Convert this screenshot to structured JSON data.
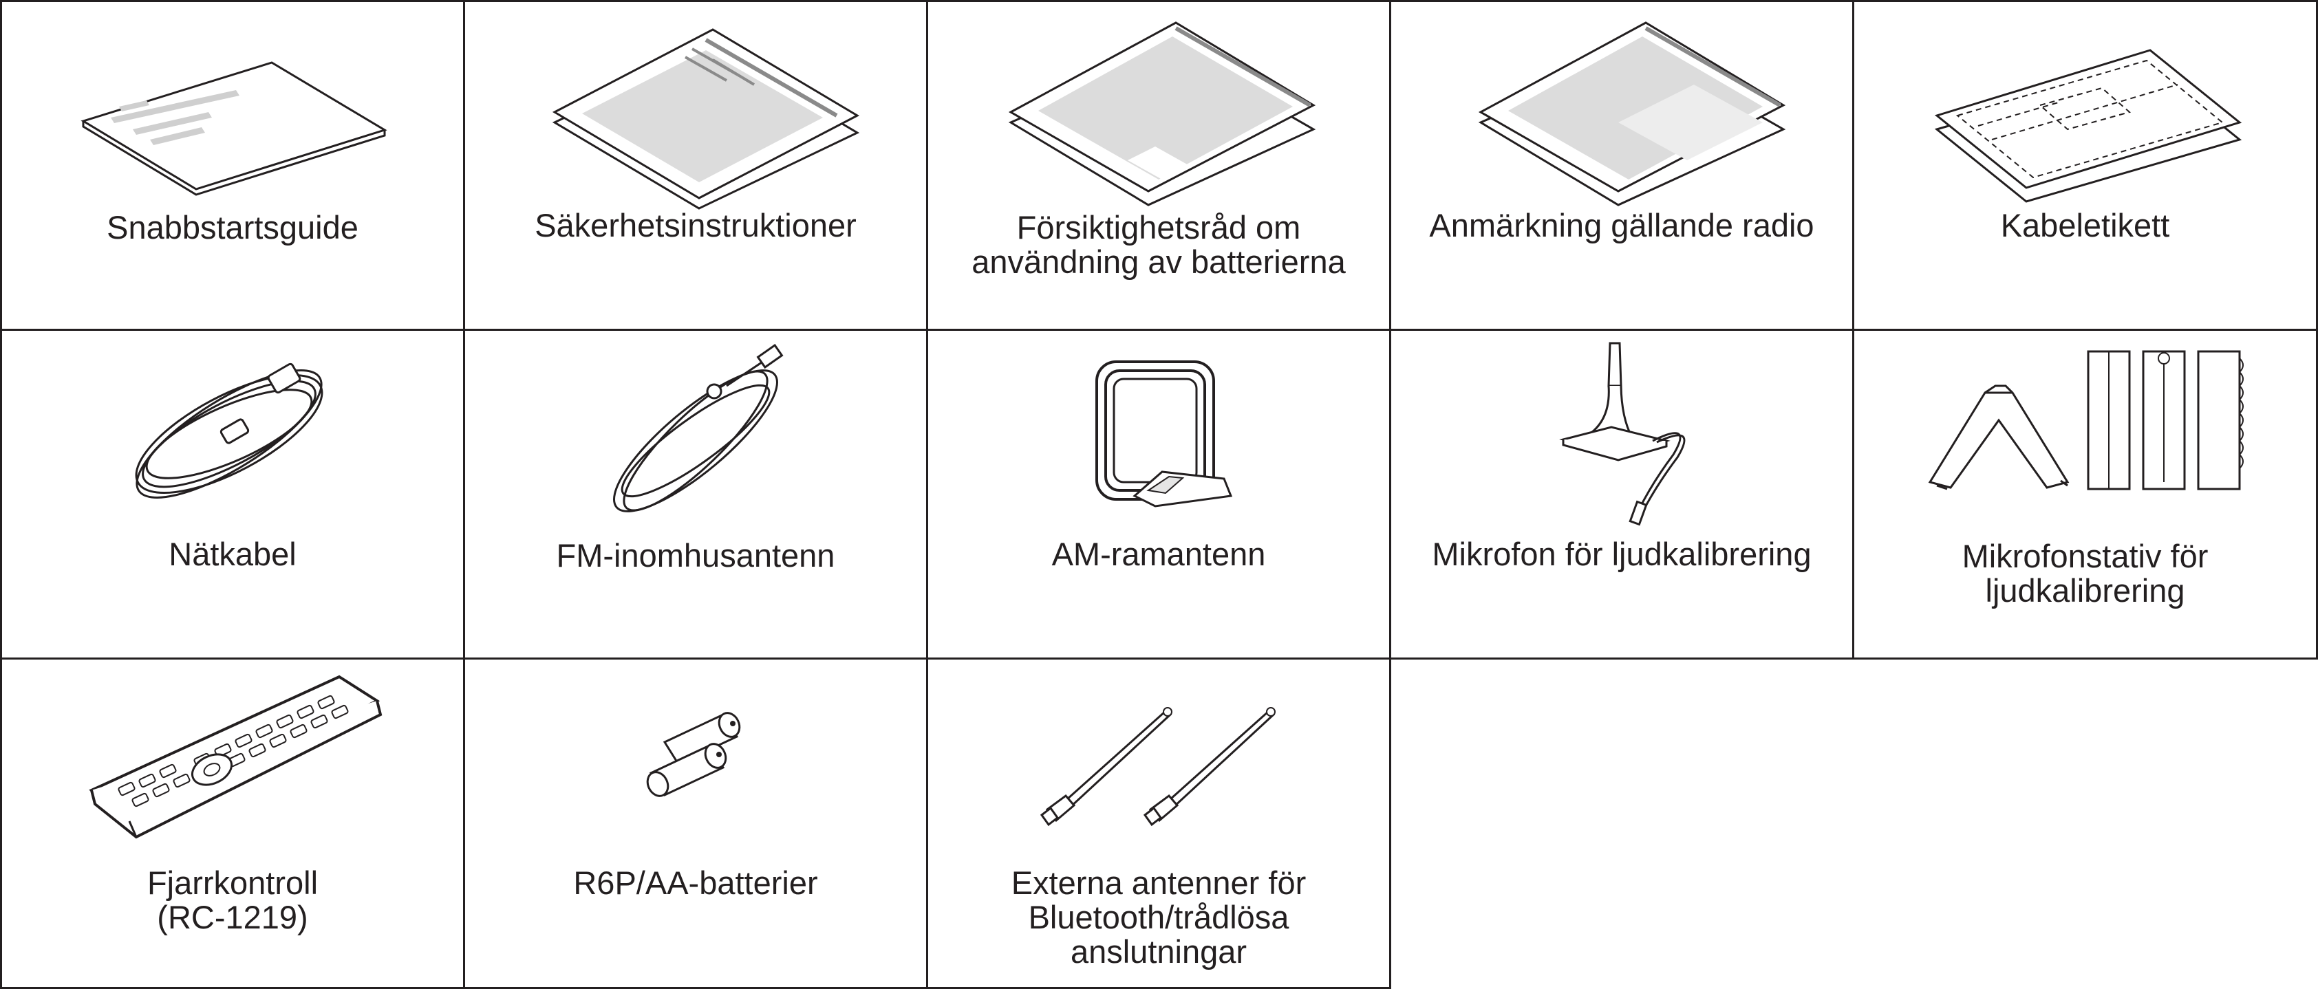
{
  "accessories": {
    "row1": [
      {
        "label": "Snabbstartsguide",
        "icon": "quick-start-guide-icon"
      },
      {
        "label": "Säkerhetsinstruktioner",
        "icon": "safety-instructions-icon"
      },
      {
        "label": "Försiktighetsråd om\nanvändning av batterierna",
        "icon": "battery-precautions-icon"
      },
      {
        "label": "Anmärkning gällande radio",
        "icon": "radio-notice-icon"
      },
      {
        "label": "Kabeletikett",
        "icon": "cable-label-icon"
      }
    ],
    "row2": [
      {
        "label": "Nätkabel",
        "icon": "power-cord-icon"
      },
      {
        "label": "FM-inomhusantenn",
        "icon": "fm-antenna-icon"
      },
      {
        "label": "AM-ramantenn",
        "icon": "am-loop-antenna-icon"
      },
      {
        "label": "Mikrofon för ljudkalibrering",
        "icon": "microphone-icon"
      },
      {
        "label": "Mikrofonstativ för\nljudkalibrering",
        "icon": "microphone-stand-icon"
      }
    ],
    "row3": [
      {
        "label": "Fjarrkontroll\n(RC-1219)",
        "icon": "remote-control-icon"
      },
      {
        "label": "R6P/AA-batterier",
        "icon": "aa-batteries-icon"
      },
      {
        "label": "Externa antenner för\nBluetooth/trådlösa\nanslutningar",
        "icon": "external-antennas-icon"
      }
    ]
  }
}
